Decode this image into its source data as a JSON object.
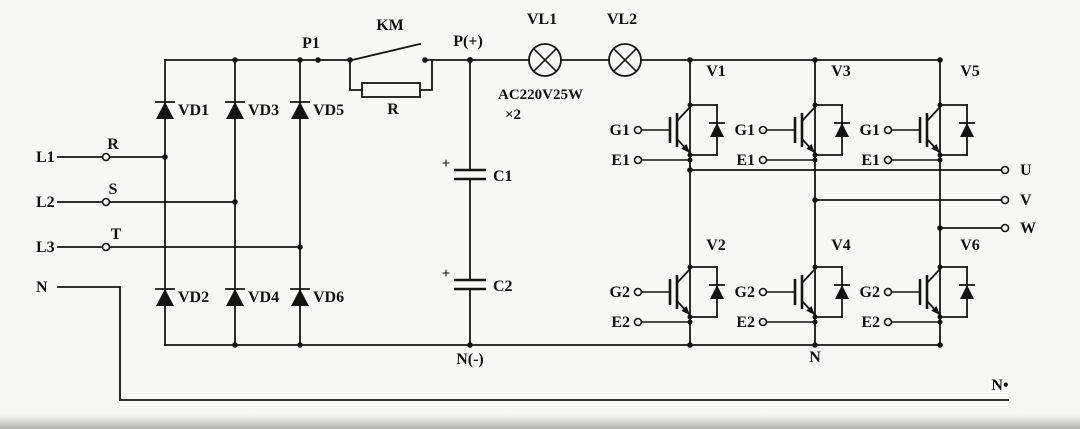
{
  "colors": {
    "wire": "#141414",
    "background": "#f7f7f5"
  },
  "inputs": {
    "l1": "L1",
    "l2": "L2",
    "l3": "L3",
    "n": "N",
    "r": "R",
    "s": "S",
    "t": "T"
  },
  "rectifier": {
    "vd1": "VD1",
    "vd2": "VD2",
    "vd3": "VD3",
    "vd4": "VD4",
    "vd5": "VD5",
    "vd6": "VD6"
  },
  "dc_link": {
    "p1": "P1",
    "contactor": "KM",
    "resistor": "R",
    "p_plus": "P(+)",
    "c1": "C1",
    "c2": "C2",
    "c1_polarity": "+",
    "c2_polarity": "+",
    "n_minus": "N(-)"
  },
  "lamps": {
    "vl1": "VL1",
    "vl2": "VL2",
    "spec": "AC220V25W",
    "quantity": "×2"
  },
  "inverter": {
    "v1": "V1",
    "v2": "V2",
    "v3": "V3",
    "v4": "V4",
    "v5": "V5",
    "v6": "V6",
    "g1": "G1",
    "e1": "E1",
    "g2": "G2",
    "e2": "E2",
    "n_label": "N"
  },
  "outputs": {
    "u": "U",
    "v": "V",
    "w": "W",
    "n": "N•"
  }
}
